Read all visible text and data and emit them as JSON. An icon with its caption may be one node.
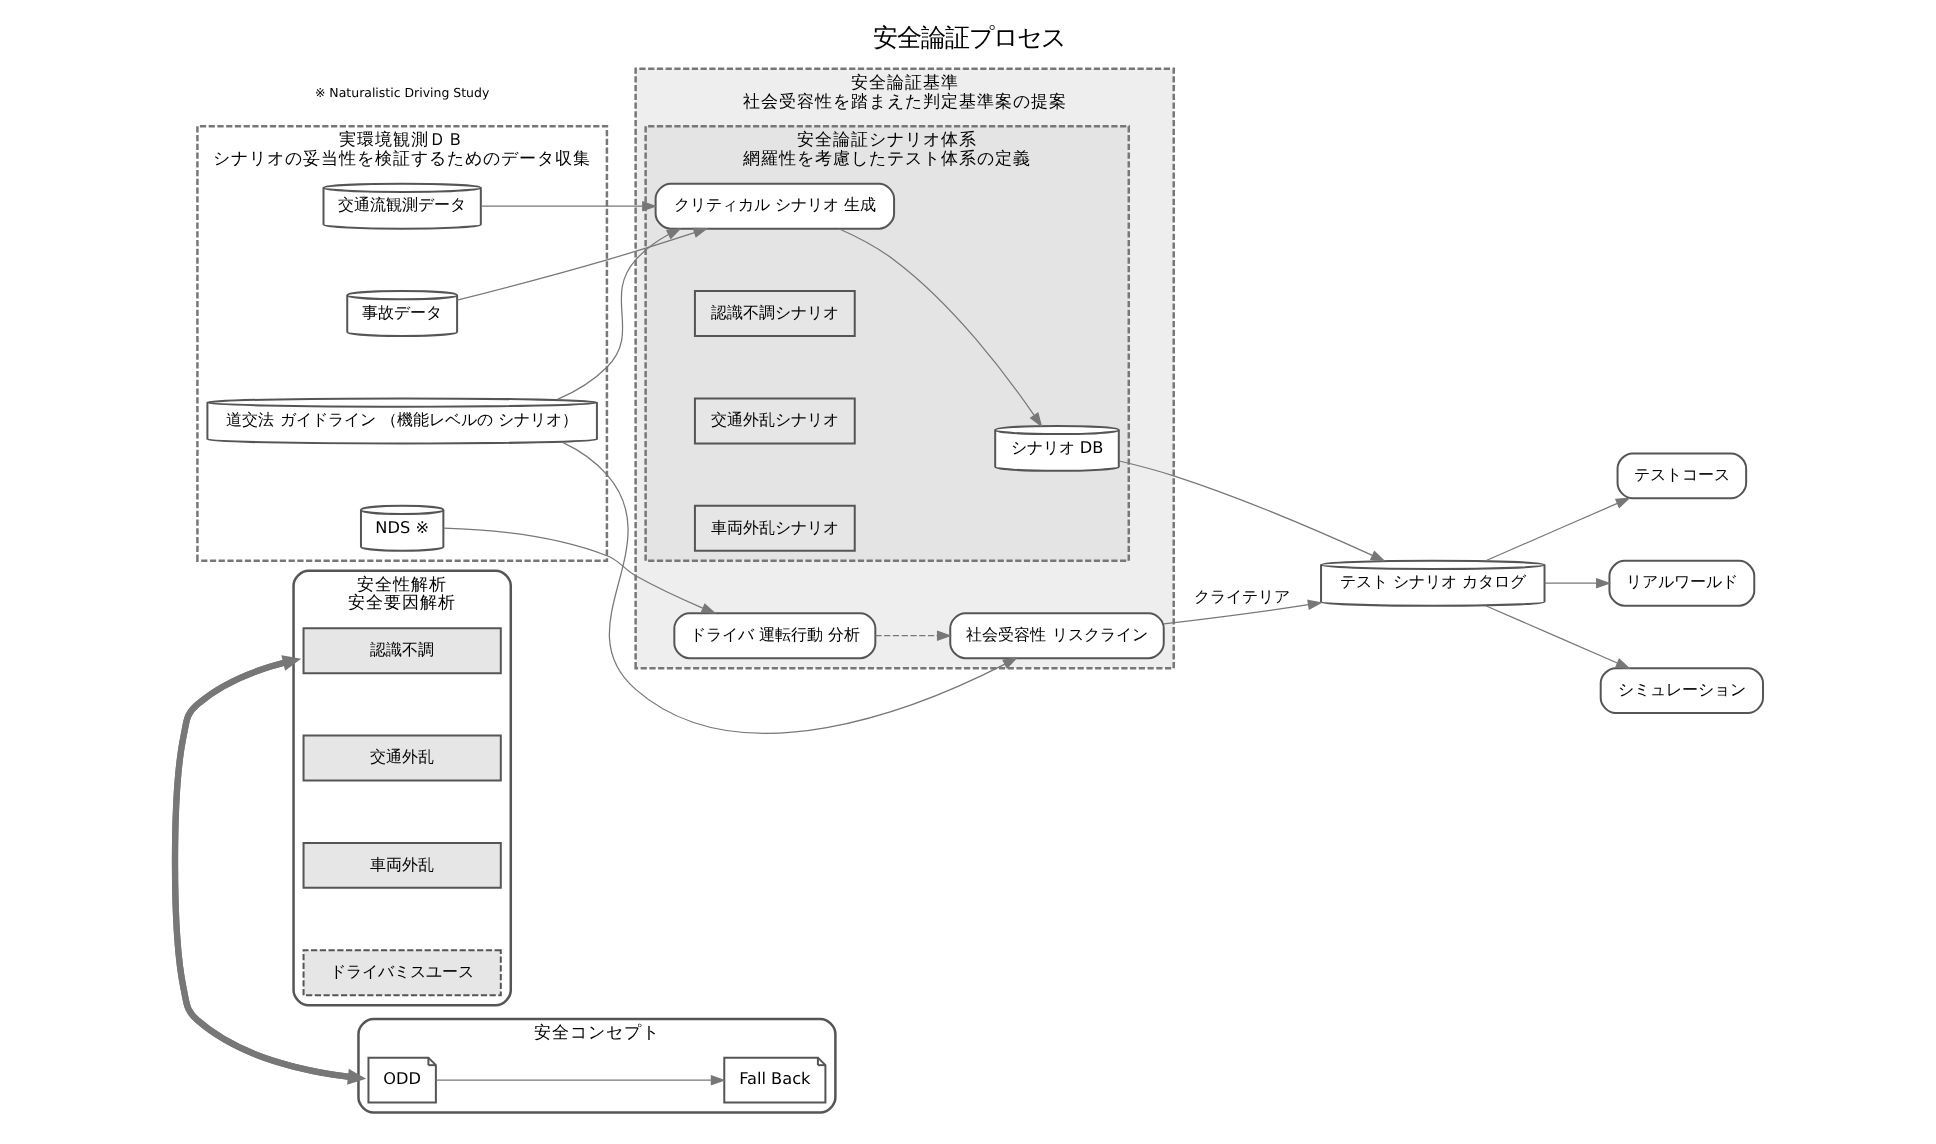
{
  "diagram": {
    "title": "安全論証プロセス",
    "nodes": [
      {
        "text": [
          "安全コンセプト"
        ]
      },
      {
        "text": [
          "ODD"
        ],
        "in": 0
      },
      {
        "text": [
          "Fall Back"
        ],
        "in": 0
      },
      {
        "text": [
          "安全性解析",
          "安全要因解析"
        ]
      },
      {
        "text": [
          "認識不調"
        ],
        "in": 3
      },
      {
        "text": [
          "交通外乱"
        ],
        "in": 3
      },
      {
        "text": [
          "車両外乱"
        ],
        "in": 3
      },
      {
        "text": [
          "ドライバミスユース"
        ],
        "in": 3
      },
      {
        "text": [
          "実環境観測ＤＢ",
          "シナリオの妥当性を検証するためのデータ収集"
        ]
      },
      {
        "text": [
          "道交法 ガイドライン （機能レベルの シナリオ）"
        ],
        "in": 8
      },
      {
        "text": [
          "交通流観測データ"
        ],
        "in": 8
      },
      {
        "text": [
          "事故データ"
        ],
        "in": 8
      },
      {
        "text": [
          "NDS ※"
        ],
        "in": 8
      },
      {
        "text": [
          "安全論証基準",
          "社会受容性を踏まえた判定基準案の提案"
        ]
      },
      {
        "text": [
          "社会受容性 リスクライン"
        ],
        "in": 13
      },
      {
        "text": [
          "ドライバ 運転行動 分析"
        ],
        "in": 13
      },
      {
        "text": [
          "安全論証シナリオ体系",
          "網羅性を考慮したテスト体系の定義"
        ],
        "in": 13
      },
      {
        "text": [
          "クリティカル シナリオ 生成"
        ],
        "in": 16
      },
      {
        "text": [
          "認識不調シナリオ"
        ],
        "in": 16
      },
      {
        "text": [
          "交通外乱シナリオ"
        ],
        "in": 16
      },
      {
        "text": [
          "車両外乱シナリオ"
        ],
        "in": 16
      },
      {
        "text": [
          "シナリオ DB"
        ],
        "in": 16
      },
      {
        "text": [
          "テスト シナリオ カタログ"
        ]
      },
      {
        "text": [
          "テストコース"
        ]
      },
      {
        "text": [
          "リアルワールド"
        ]
      },
      {
        "text": [
          "シミュレーション"
        ]
      }
    ],
    "edges": [
      {
        "from": 1,
        "to": 2,
        "arrow": "to"
      },
      {
        "from": 0,
        "to": 3,
        "arrow": "to",
        "style": "thick"
      },
      {
        "from": 3,
        "to": 0,
        "arrow": "to",
        "style": "thick"
      },
      {
        "from": 9,
        "to": 14,
        "arrow": "to"
      },
      {
        "from": 9,
        "to": 17,
        "arrow": "to"
      },
      {
        "from": 10,
        "to": 17,
        "arrow": "to"
      },
      {
        "from": 11,
        "to": 17,
        "arrow": "to"
      },
      {
        "from": 12,
        "to": 15,
        "arrow": "to"
      },
      {
        "from": 15,
        "to": 14,
        "arrow": "to",
        "style": "dashed"
      },
      {
        "from": 17,
        "to": 21,
        "arrow": "to"
      },
      {
        "from": 14,
        "to": 22,
        "arrow": "to",
        "label": "クライテリア"
      },
      {
        "from": 21,
        "to": 22,
        "arrow": "to"
      },
      {
        "from": 22,
        "to": 23,
        "arrow": "to"
      },
      {
        "from": 22,
        "to": 24,
        "arrow": "to"
      },
      {
        "from": 22,
        "to": 25,
        "arrow": "to"
      }
    ],
    "labels": [
      "※ Naturalistic Driving Study"
    ]
  }
}
